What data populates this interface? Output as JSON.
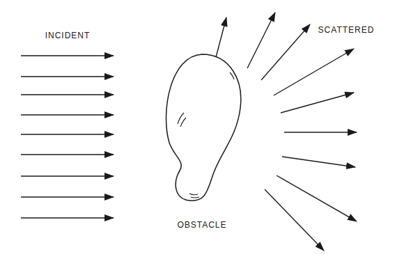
{
  "diagram": {
    "labels": [
      "INCIDENT",
      "SCATTERED",
      "OBSTACLE"
    ]
  }
}
